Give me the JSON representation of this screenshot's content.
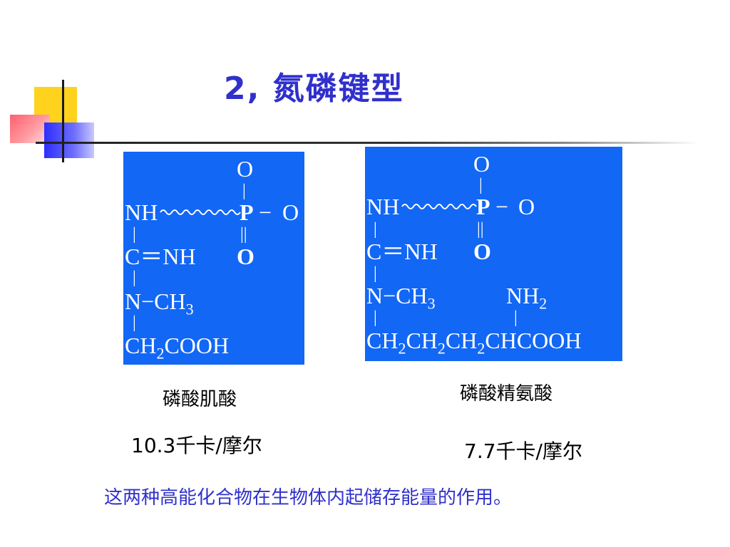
{
  "slide": {
    "title": "2, 氮磷键型",
    "summary": "这两种高能化合物在生物体内起储存能量的作用。"
  },
  "colors": {
    "panel": "#1267F5",
    "title": "#3030CC",
    "deco_yellow": "#FFD21E",
    "deco_red": "#FF6070",
    "deco_blue": "#2E2EFF"
  },
  "compound_1": {
    "name": "磷酸肌酸",
    "energy": "10.3千卡/摩尔",
    "structure": {
      "o_top": "O",
      "nh": "NH",
      "p": "P",
      "o_right": "O",
      "bond_p_o": "−",
      "o_double": "O",
      "c_eq_nh": "C＝NH",
      "n_ch3_prefix": "N−CH",
      "n_ch3_sub": "3",
      "ch2cooh_prefix": "CH",
      "ch2cooh_sub": "2",
      "ch2cooh_suffix": "COOH"
    }
  },
  "compound_2": {
    "name": "磷酸精氨酸",
    "energy": "7.7千卡/摩尔",
    "structure": {
      "o_top": "O",
      "nh": "NH",
      "p": "P",
      "o_right": "O",
      "bond_p_o": "−",
      "o_double": "O",
      "c_eq_nh": "C＝NH",
      "n_ch3_prefix": "N−CH",
      "n_ch3_sub": "3",
      "nh2_prefix": "NH",
      "nh2_sub": "2",
      "chain": [
        {
          "t": "CH",
          "s": "2"
        },
        {
          "t": "CH",
          "s": "2"
        },
        {
          "t": "CH",
          "s": "2"
        },
        {
          "t": "CHCOOH",
          "s": ""
        }
      ]
    }
  }
}
